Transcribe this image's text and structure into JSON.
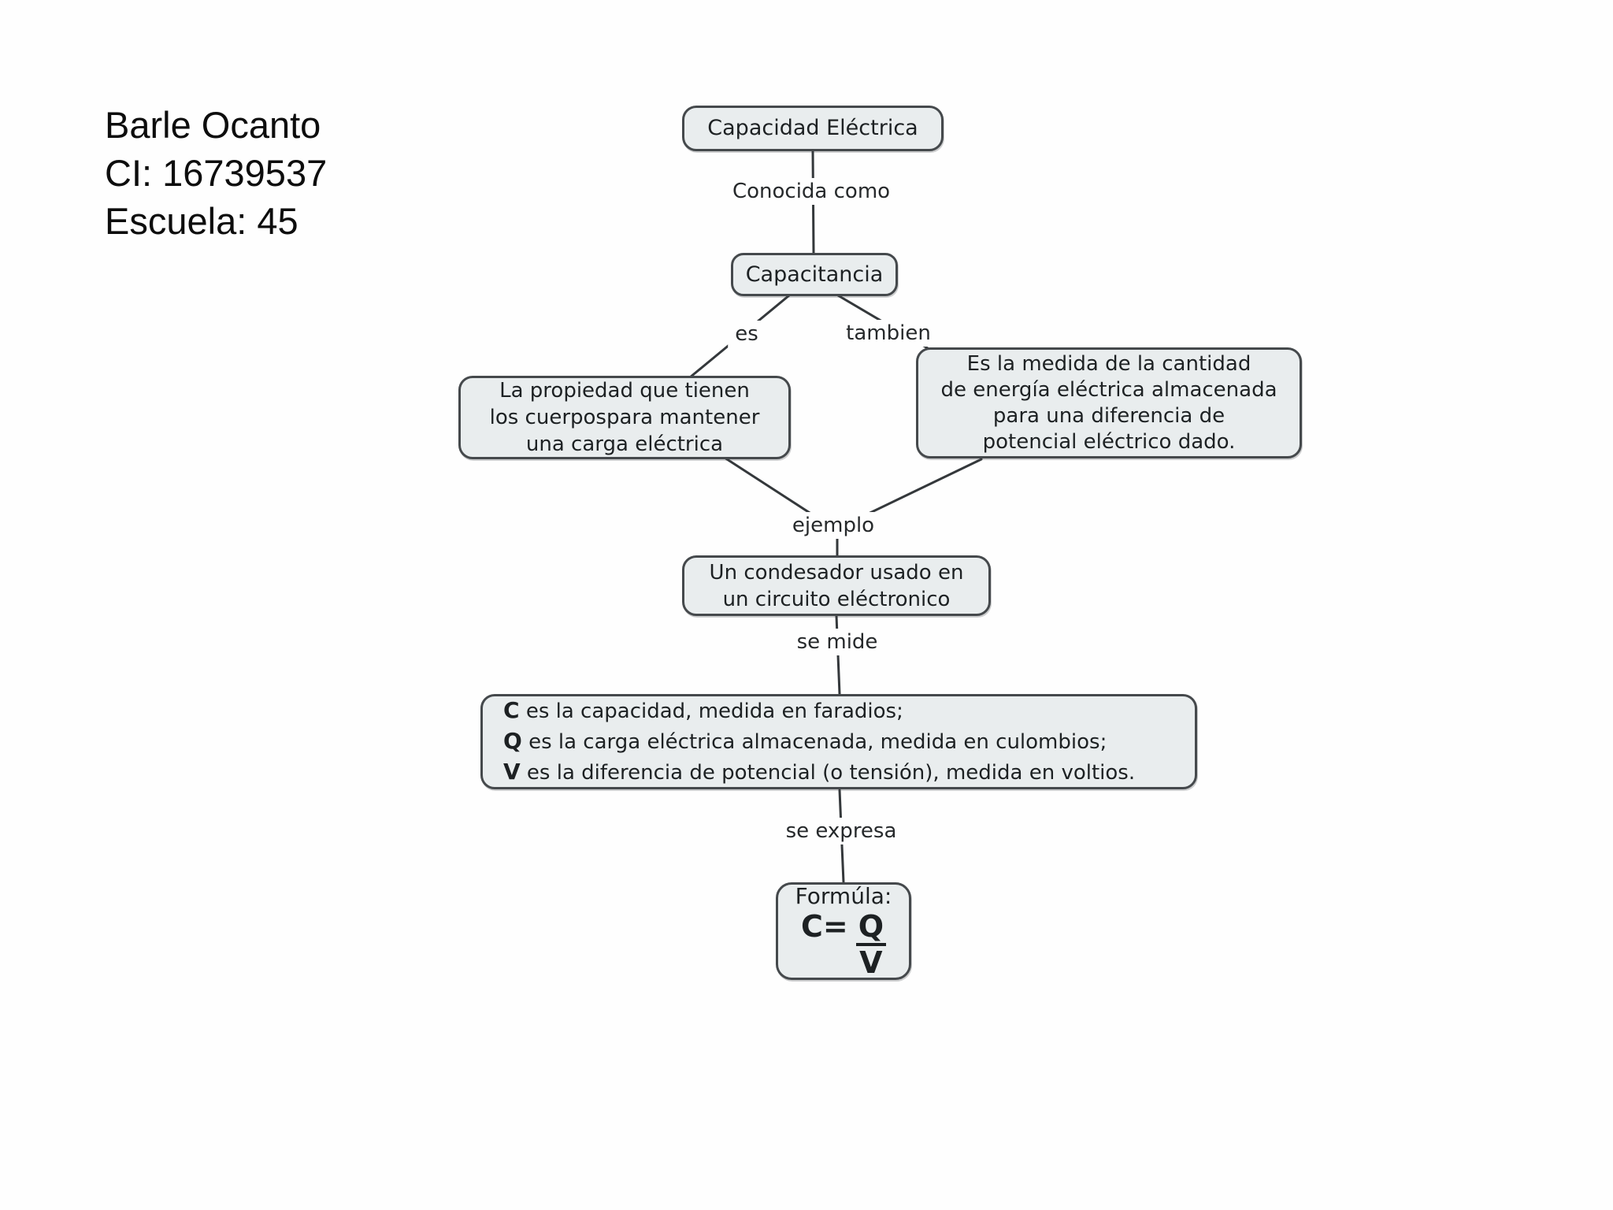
{
  "author": {
    "lines": [
      "Barle Ocanto",
      "CI: 16739537",
      "Escuela: 45"
    ]
  },
  "colors": {
    "node_fill": "#e9edee",
    "node_border": "#45494c",
    "edge_line": "#34383b",
    "text": "#1d2123",
    "background": "#fefefe"
  },
  "nodes": {
    "capacidad": {
      "label": "Capacidad Eléctrica"
    },
    "capacitancia": {
      "label": "Capacitancia"
    },
    "propiedad": {
      "lines": [
        "La propiedad que tienen",
        "los cuerpospara mantener",
        "una carga eléctrica"
      ]
    },
    "medida": {
      "lines": [
        "Es la medida de la cantidad",
        "de energía eléctrica almacenada",
        "para una diferencia de",
        "potencial eléctrico dado."
      ]
    },
    "condensador": {
      "lines": [
        "Un condesador usado en",
        "un circuito eléctronico"
      ]
    },
    "definiciones": {
      "items": [
        {
          "symbol": "C",
          "text": " es la capacidad, medida en faradios;"
        },
        {
          "symbol": "Q",
          "text": " es la carga eléctrica almacenada, medida en culombios;"
        },
        {
          "symbol": "V",
          "text": " es la diferencia de potencial (o tensión), medida en voltios."
        }
      ]
    },
    "formula": {
      "title": "Formúla:",
      "lhs": "C=",
      "numerator": "Q",
      "denominator": "V"
    }
  },
  "edge_labels": {
    "conocida_como": "Conocida como",
    "es": "es",
    "tambien": "tambien",
    "ejemplo": "ejemplo",
    "se_mide": "se mide",
    "se_expresa": "se expresa"
  }
}
